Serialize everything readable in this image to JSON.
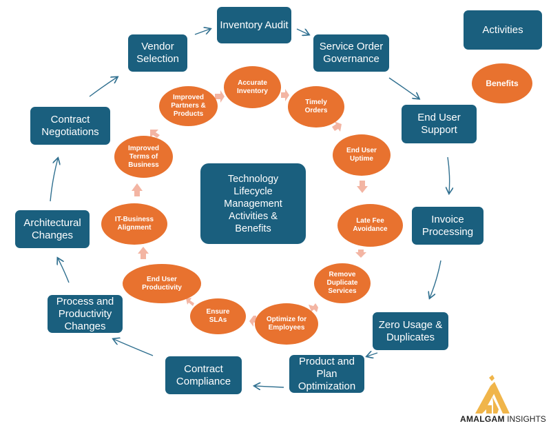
{
  "center": "Technology Lifecycle Management Activities & Benefits",
  "legend": {
    "activities": "Activities",
    "benefits": "Benefits"
  },
  "activities": [
    "Inventory Audit",
    "Service Order Governance",
    "End User Support",
    "Invoice Processing",
    "Zero Usage & Duplicates",
    "Product and Plan Optimization",
    "Contract Compliance",
    "Process and Productivity Changes",
    "Architectural Changes",
    "Contract Negotiations",
    "Vendor Selection"
  ],
  "benefits": [
    "Accurate Inventory",
    "Timely Orders",
    "End User Uptime",
    "Late Fee Avoidance",
    "Remove Duplicate Services",
    "Optimize for Employees",
    "Ensure SLAs",
    "End User Productivity",
    "IT-Business Alignment",
    "Improved Terms of Business",
    "Improved Partners & Products"
  ],
  "logo": {
    "bold": "AMALGAM",
    "light": "INSIGHTS"
  },
  "colors": {
    "activity": "#1a5f7e",
    "benefit": "#e8722f",
    "flow_arrow": "#2f6f8f",
    "benefit_arrow": "#f3b5a3",
    "logo": "#f0b54a"
  }
}
